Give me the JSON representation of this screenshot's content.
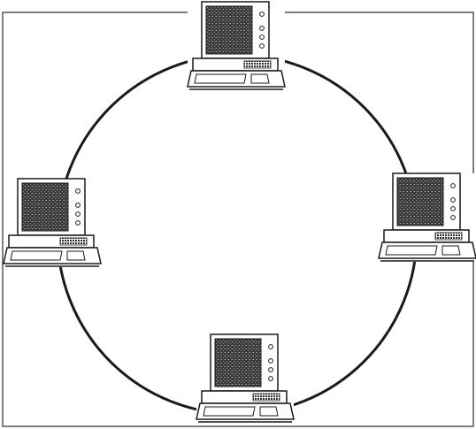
{
  "diagram": {
    "topology": "ring",
    "node_count": 4,
    "colors": {
      "line": "#1a1a1a",
      "frame": "#555555",
      "screen": "#3a3a3a",
      "screen_texture": "#9a9a9a",
      "case": "#ffffff"
    },
    "nodes": [
      {
        "id": "top",
        "icon": "desktop-computer-icon"
      },
      {
        "id": "left",
        "icon": "desktop-computer-icon"
      },
      {
        "id": "right",
        "icon": "desktop-computer-icon"
      },
      {
        "id": "bottom",
        "icon": "desktop-computer-icon"
      }
    ]
  }
}
